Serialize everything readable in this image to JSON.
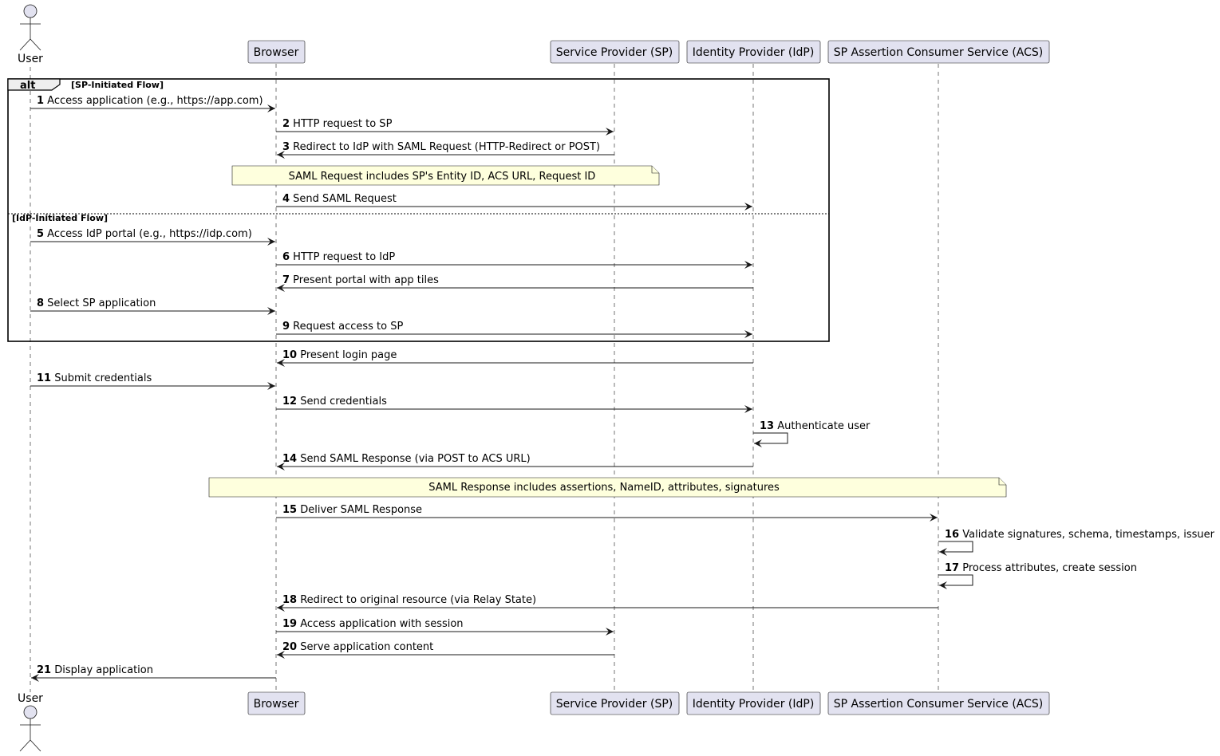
{
  "participants": [
    {
      "id": "user",
      "label": "User",
      "kind": "actor"
    },
    {
      "id": "browser",
      "label": "Browser",
      "kind": "box"
    },
    {
      "id": "sp",
      "label": "Service Provider (SP)",
      "kind": "box"
    },
    {
      "id": "idp",
      "label": "Identity Provider (IdP)",
      "kind": "box"
    },
    {
      "id": "acs",
      "label": "SP Assertion Consumer Service (ACS)",
      "kind": "box"
    }
  ],
  "alt_frame": {
    "keyword": "alt",
    "guard1": "[SP-Initiated Flow]",
    "guard2": "[IdP-Initiated Flow]"
  },
  "messages": [
    {
      "n": "1",
      "text": "Access application (e.g., https://app.com)",
      "from": "user",
      "to": "browser"
    },
    {
      "n": "2",
      "text": "HTTP request to SP",
      "from": "browser",
      "to": "sp"
    },
    {
      "n": "3",
      "text": "Redirect to IdP with SAML Request (HTTP-Redirect or POST)",
      "from": "sp",
      "to": "browser"
    },
    {
      "n": "4",
      "text": "Send SAML Request",
      "from": "browser",
      "to": "idp"
    },
    {
      "n": "5",
      "text": "Access IdP portal (e.g., https://idp.com)",
      "from": "user",
      "to": "browser"
    },
    {
      "n": "6",
      "text": "HTTP request to IdP",
      "from": "browser",
      "to": "idp"
    },
    {
      "n": "7",
      "text": "Present portal with app tiles",
      "from": "idp",
      "to": "browser"
    },
    {
      "n": "8",
      "text": "Select SP application",
      "from": "user",
      "to": "browser"
    },
    {
      "n": "9",
      "text": "Request access to SP",
      "from": "browser",
      "to": "idp"
    },
    {
      "n": "10",
      "text": "Present login page",
      "from": "idp",
      "to": "browser"
    },
    {
      "n": "11",
      "text": "Submit credentials",
      "from": "user",
      "to": "browser"
    },
    {
      "n": "12",
      "text": "Send credentials",
      "from": "browser",
      "to": "idp"
    },
    {
      "n": "13",
      "text": "Authenticate user",
      "from": "idp",
      "to": "idp"
    },
    {
      "n": "14",
      "text": "Send SAML Response (via POST to ACS URL)",
      "from": "idp",
      "to": "browser"
    },
    {
      "n": "15",
      "text": "Deliver SAML Response",
      "from": "browser",
      "to": "acs"
    },
    {
      "n": "16",
      "text": "Validate signatures, schema, timestamps, issuer",
      "from": "acs",
      "to": "acs"
    },
    {
      "n": "17",
      "text": "Process attributes, create session",
      "from": "acs",
      "to": "acs"
    },
    {
      "n": "18",
      "text": "Redirect to original resource (via Relay State)",
      "from": "acs",
      "to": "browser"
    },
    {
      "n": "19",
      "text": "Access application with session",
      "from": "browser",
      "to": "sp"
    },
    {
      "n": "20",
      "text": "Serve application content",
      "from": "sp",
      "to": "browser"
    },
    {
      "n": "21",
      "text": "Display application",
      "from": "browser",
      "to": "user"
    }
  ],
  "notes": [
    {
      "text": "SAML Request includes SP's Entity ID, ACS URL, Request ID"
    },
    {
      "text": "SAML Response includes assertions, NameID, attributes, signatures"
    }
  ]
}
